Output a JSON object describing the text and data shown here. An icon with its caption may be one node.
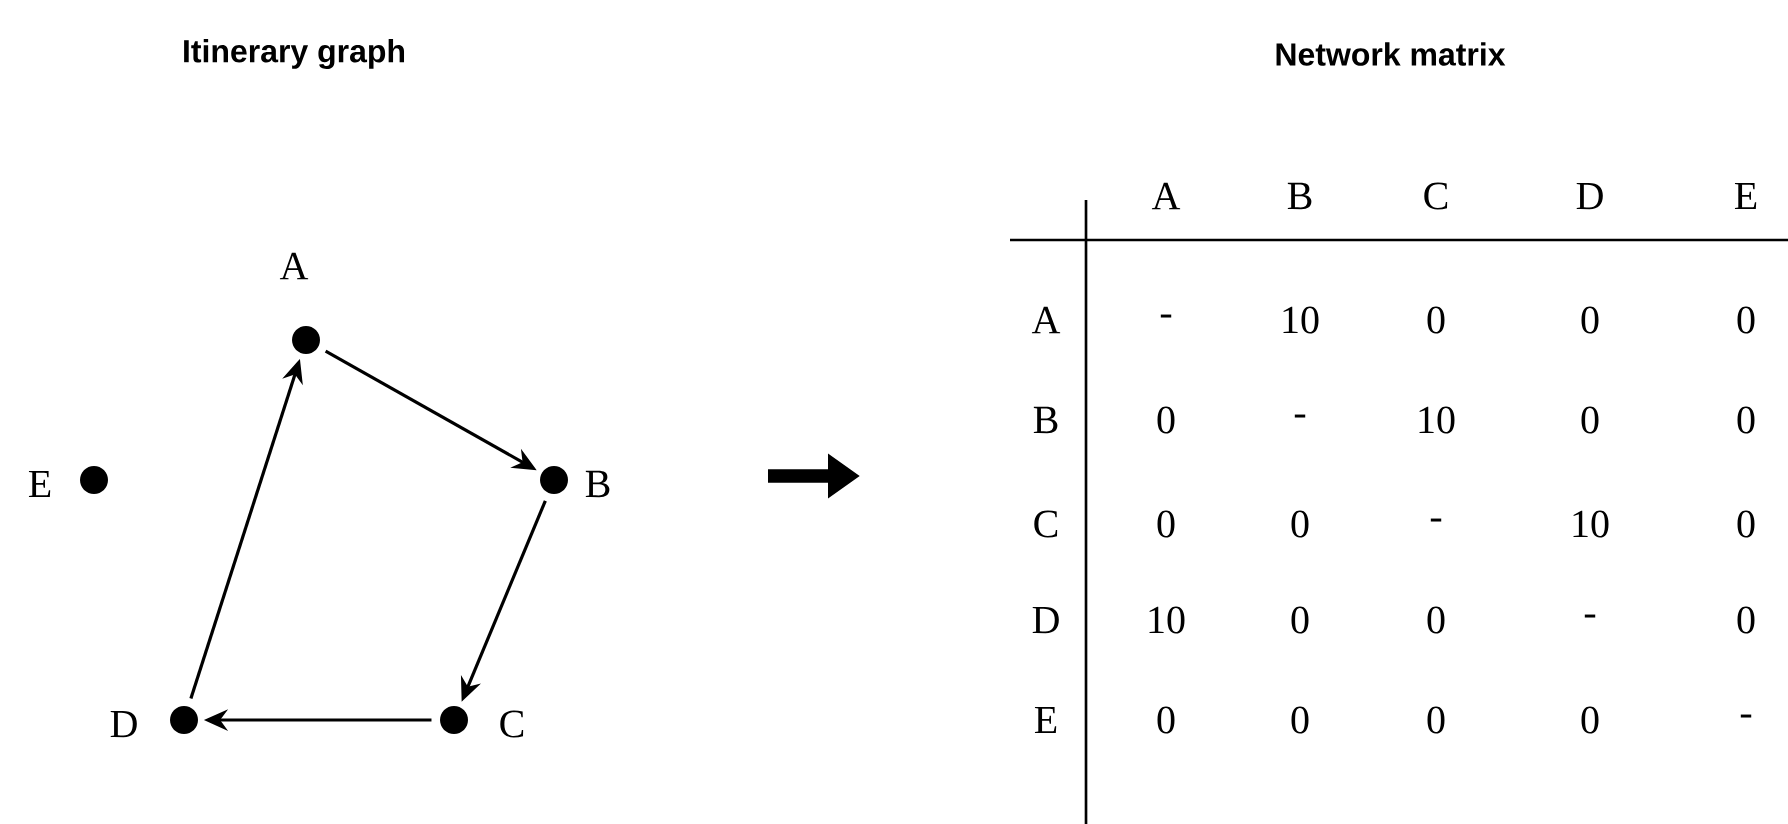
{
  "diagram": {
    "nodes": [
      {
        "text": [],
        "shape": "circle",
        "beside": [
          "A"
        ]
      },
      {
        "text": [],
        "shape": "circle",
        "beside": [
          "B"
        ]
      },
      {
        "text": [],
        "shape": "circle",
        "beside": [
          "C"
        ]
      },
      {
        "text": [],
        "shape": "circle",
        "beside": [
          "D"
        ]
      },
      {
        "text": [],
        "shape": "circle",
        "beside": [
          "E"
        ]
      }
    ],
    "edges": [
      {
        "from": 0,
        "to": 1,
        "arrow": "to"
      },
      {
        "from": 1,
        "to": 2,
        "arrow": "to"
      },
      {
        "from": 2,
        "to": 3,
        "arrow": "to"
      },
      {
        "from": 3,
        "to": 0,
        "arrow": "to"
      }
    ],
    "labels": [
      "Itinerary graph",
      "Network matrix",
      "A",
      "B",
      "C",
      "D",
      "E",
      "A",
      "-",
      "10",
      "0",
      "0",
      "0",
      "B",
      "0",
      "-",
      "10",
      "0",
      "0",
      "C",
      "0",
      "0",
      "-",
      "10",
      "0",
      "D",
      "10",
      "0",
      "0",
      "-",
      "0",
      "E",
      "0",
      "0",
      "0",
      "0",
      "-"
    ]
  }
}
